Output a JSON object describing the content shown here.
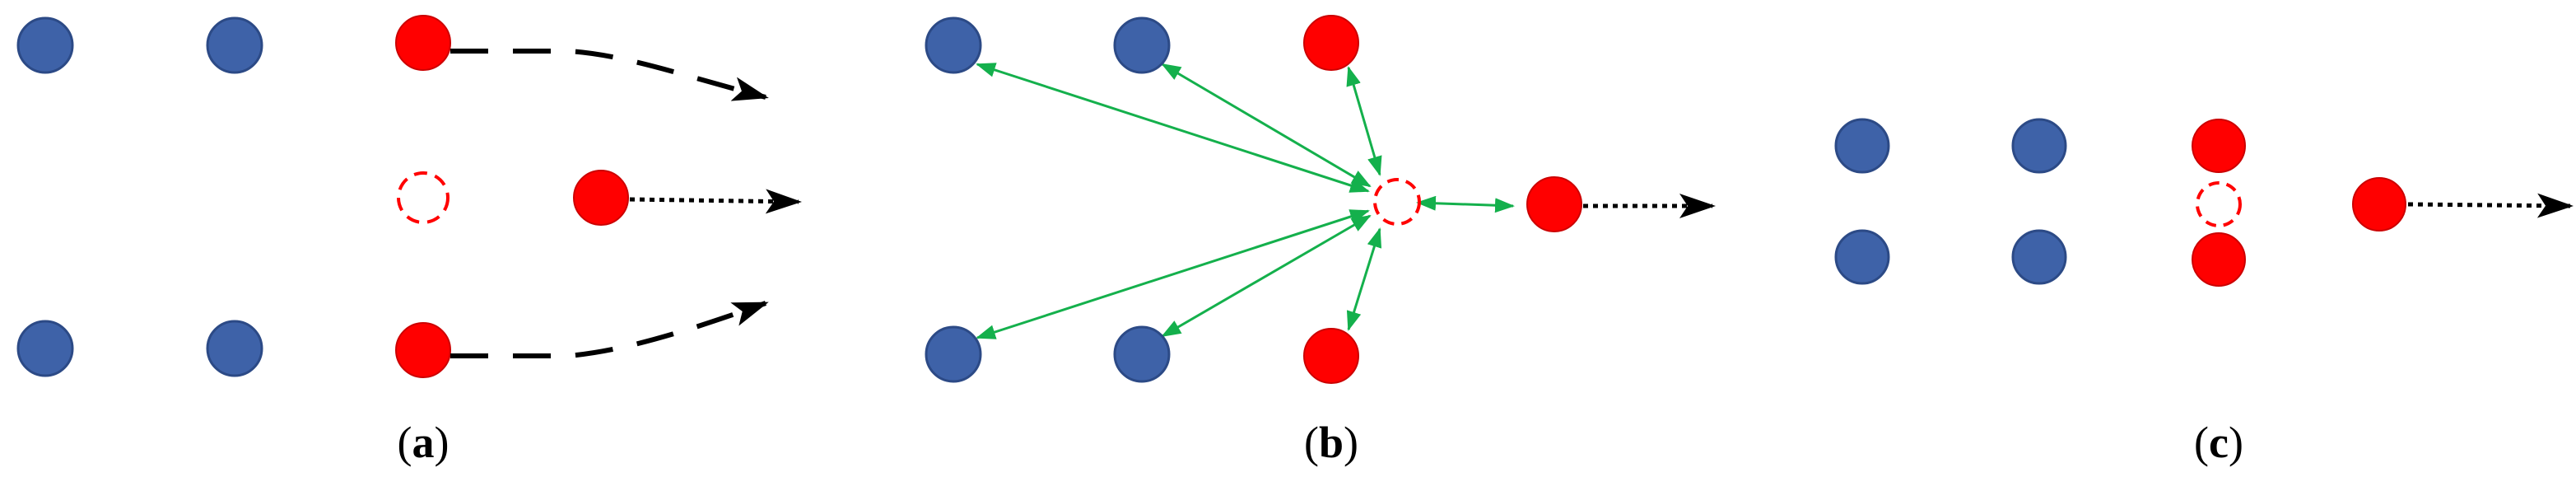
{
  "panels": [
    {
      "id": "a",
      "caption_open": "(",
      "caption_letter": "a",
      "caption_close": ")"
    },
    {
      "id": "b",
      "caption_open": "(",
      "caption_letter": "b",
      "caption_close": ")"
    },
    {
      "id": "c",
      "caption_open": "(",
      "caption_letter": "c",
      "caption_close": ")"
    }
  ],
  "colors": {
    "blue_particle": "#3e62a8",
    "blue_stroke": "#2c4a86",
    "red_particle": "#ff0000",
    "red_stroke": "#cc0000",
    "green_force": "#14b04c",
    "arrow_black": "#000000"
  }
}
